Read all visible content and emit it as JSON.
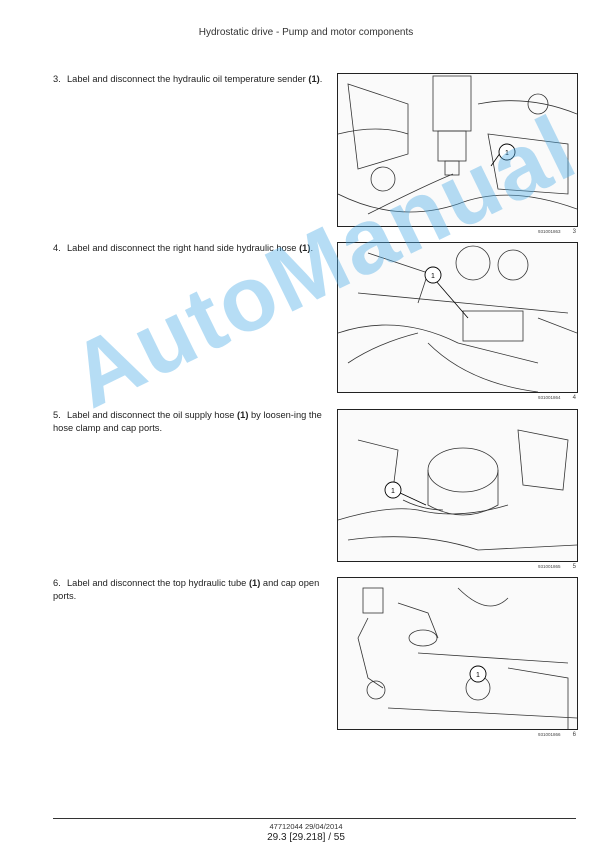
{
  "header": {
    "title": "Hydrostatic drive - Pump and motor components"
  },
  "steps": [
    {
      "number": "3.",
      "text_before": "Label and disconnect the hydraulic oil temperature sender ",
      "bold": "(1)",
      "text_after": "."
    },
    {
      "number": "4.",
      "text_before": "Label and disconnect the right hand side hydraulic hose ",
      "bold": "(1)",
      "text_after": "."
    },
    {
      "number": "5.",
      "text_before": "Label and disconnect the oil supply hose ",
      "bold": "(1)",
      "text_after": " by loosen-ing the hose clamp and cap ports."
    },
    {
      "number": "6.",
      "text_before": "Label and disconnect the top hydraulic tube ",
      "bold": "(1)",
      "text_after": " and cap open ports."
    }
  ],
  "figures": [
    {
      "code": "931001863",
      "number": "3",
      "callout": "1"
    },
    {
      "code": "931001864",
      "number": "4",
      "callout": "1"
    },
    {
      "code": "931001865",
      "number": "5",
      "callout": "1"
    },
    {
      "code": "931001866",
      "number": "6",
      "callout": "1"
    }
  ],
  "footer": {
    "doc_date": "47712044 29/04/2014",
    "page_ref": "29.3 [29.218] / 55"
  },
  "watermark": {
    "text": "AutoManual",
    "color": "#50afe6"
  }
}
